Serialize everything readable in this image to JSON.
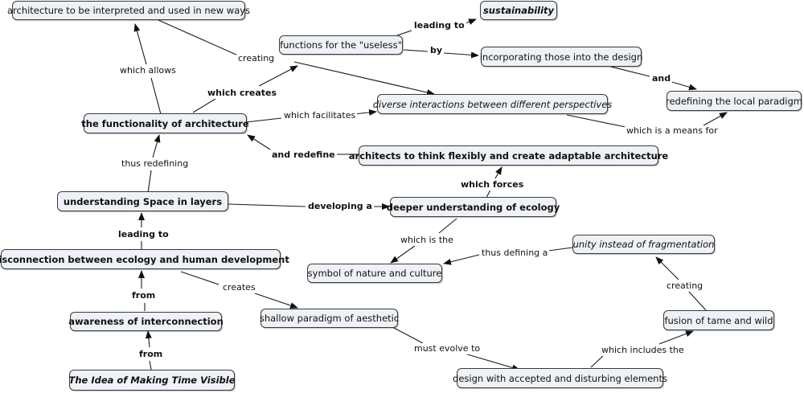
{
  "concepts": {
    "c1": "architecture to be interpreted and used in new ways",
    "c2": "sustainability",
    "c3": "functions for the \"useless\"",
    "c4": "incorporating those into the design",
    "c5": "redefining the local paradigm",
    "c6": "diverse interactions between different perspectives",
    "c7": "the functionality of architecture",
    "c8": "architects to think flexibly and create adaptable architecture",
    "c9": "understanding Space in layers",
    "c10": "deeper understanding of ecology",
    "c11": "unity instead of fragmentation",
    "c12": "disconnection between ecology and human development",
    "c13": "symbol of nature and culture",
    "c14": "shallow paradigm of aesthetic",
    "c15": "fusion of tame and wild",
    "c16": "awareness of interconnection",
    "c17": "The Idea of Making Time Visible",
    "c18": "design with accepted and disturbing elements"
  },
  "links": {
    "l1": "leading to",
    "l2": "by",
    "l3": "and",
    "l4": "creating",
    "l5": "which allows",
    "l6": "which creates",
    "l7": "which facilitates",
    "l8": "which is a means for",
    "l9": "and redefine",
    "l10": "which forces",
    "l11": "thus redefining",
    "l12": "developing a",
    "l13": "which is the",
    "l14": "thus defining a",
    "l15": "leading to",
    "l16": "creating",
    "l17": "creates",
    "l18": "from",
    "l19": "must evolve to",
    "l20": "which includes the",
    "l21": "from"
  }
}
